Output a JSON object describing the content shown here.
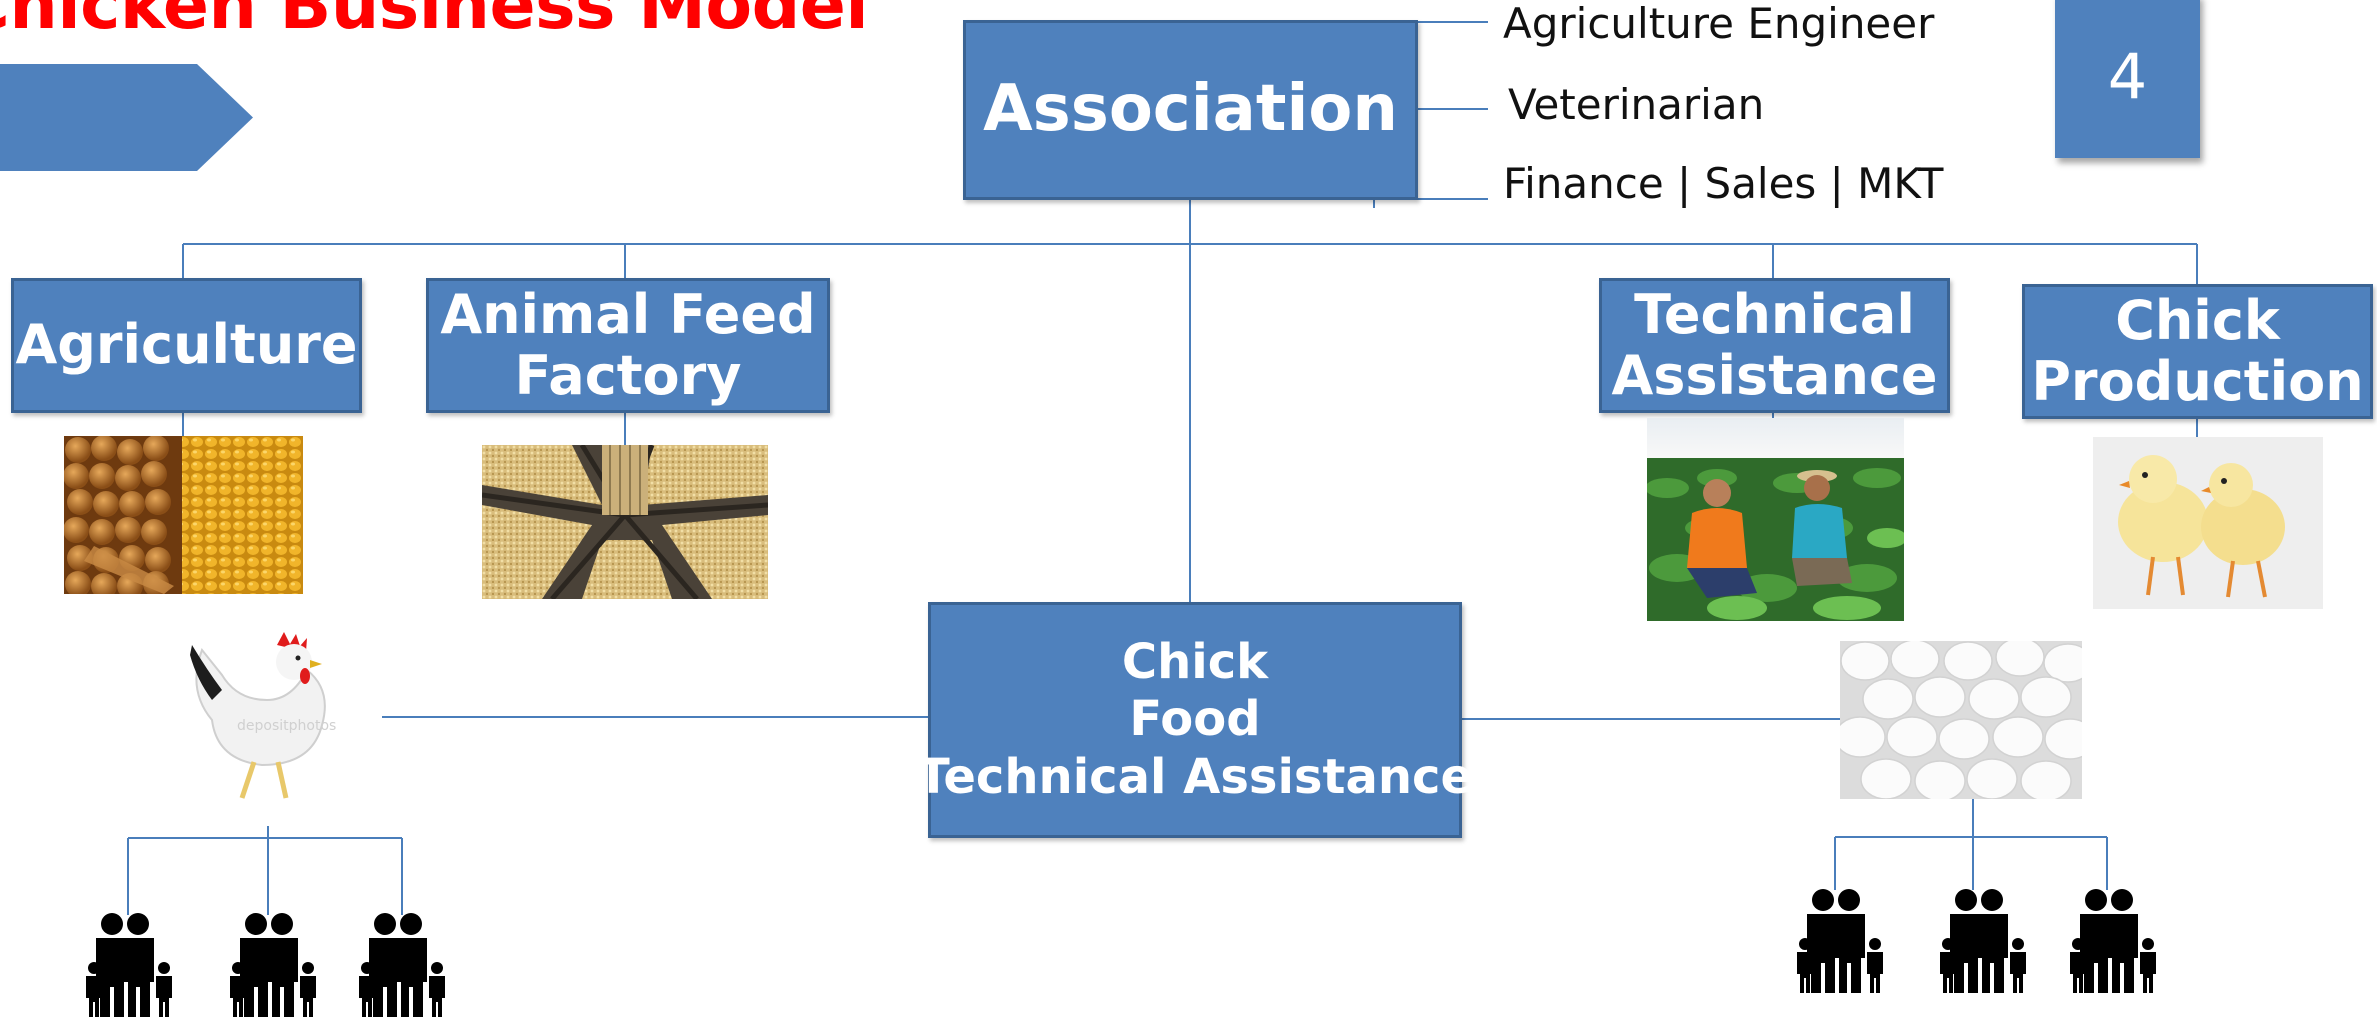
{
  "title": "Chicken Business Model",
  "page_number": "4",
  "association": {
    "label": "Association",
    "roles": [
      "Agriculture Engineer",
      "Veterinarian",
      "Finance | Sales | MKT"
    ]
  },
  "branches": [
    {
      "lines": [
        "Agriculture"
      ]
    },
    {
      "lines": [
        "Animal Feed",
        "Factory"
      ]
    },
    {
      "lines": [
        "Technical",
        "Assistance"
      ]
    },
    {
      "lines": [
        "Chick",
        "Production"
      ]
    }
  ],
  "center": {
    "lines": [
      "Chick",
      "Food",
      "Technical Assistance"
    ]
  },
  "photos": [
    "soybeans-corn-photo",
    "feed-factory-photo",
    "farmers-field-photo",
    "chicks-photo",
    "hen-photo",
    "eggs-photo"
  ],
  "photo_watermark": "depositphotos",
  "family_icon": "family-icon",
  "colors": {
    "box": "#4f81bd",
    "box_border": "#3a6393",
    "line": "#4a7ebb",
    "title": "#ff0000"
  }
}
